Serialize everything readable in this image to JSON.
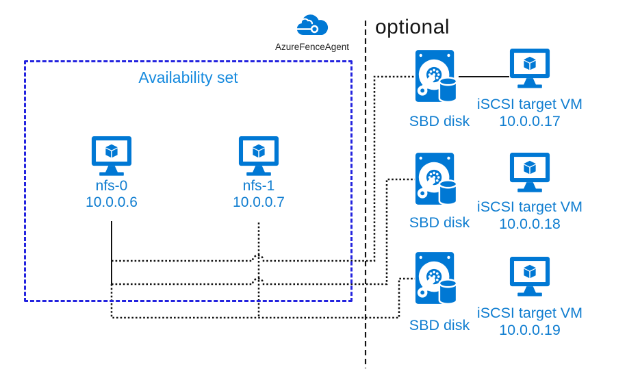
{
  "agent": {
    "label": "AzureFenceAgent"
  },
  "divider": {
    "label": "optional"
  },
  "availability_set": {
    "title": "Availability set",
    "vms": [
      {
        "name": "nfs-0",
        "ip": "10.0.0.6"
      },
      {
        "name": "nfs-1",
        "ip": "10.0.0.7"
      }
    ]
  },
  "sbd_rows": [
    {
      "disk_label": "SBD disk",
      "vm_label": "iSCSI target VM",
      "vm_ip": "10.0.0.17"
    },
    {
      "disk_label": "SBD disk",
      "vm_label": "iSCSI target VM",
      "vm_ip": "10.0.0.18"
    },
    {
      "disk_label": "SBD disk",
      "vm_label": "iSCSI target VM",
      "vm_ip": "10.0.0.19"
    }
  ],
  "colors": {
    "azure_icon_blue": "#0078d4",
    "label_blue": "#0f7dd0",
    "availability_border_blue": "#2323df",
    "line_black": "#111111",
    "background": "#ffffff"
  }
}
